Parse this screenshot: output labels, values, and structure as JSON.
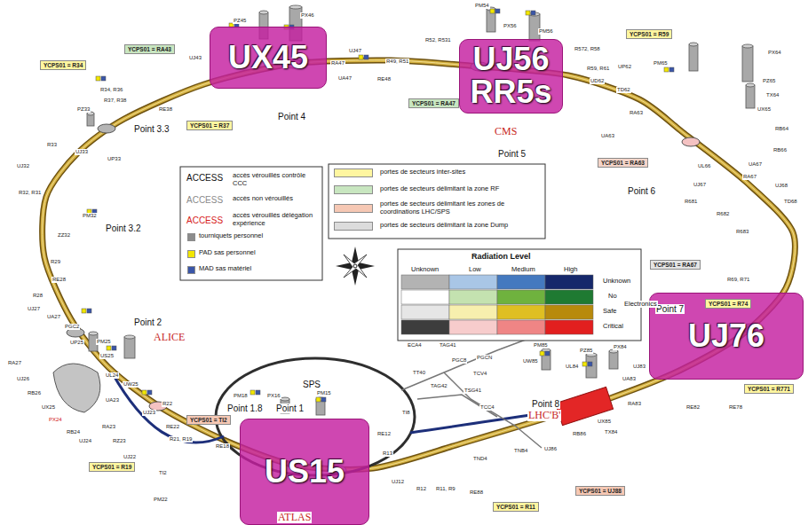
{
  "diagram": {
    "nodes": [
      {
        "text": [
          "YCPS01 = R59"
        ]
      },
      {
        "text": [
          "UX45"
        ]
      },
      {
        "text": [
          "YCPS01 = RA43"
        ]
      },
      {
        "text": [
          "UJ56 RR5s"
        ]
      },
      {
        "text": [
          "YCPS01 = R34"
        ]
      },
      {
        "text": [
          "YCPS01 = RA47"
        ]
      },
      {
        "text": [
          "YCPS01 = R37"
        ]
      },
      {
        "text": [
          "YCPS01 = RA63"
        ]
      },
      {
        "text": [
          "YCPS01 = RA67"
        ]
      },
      {
        "text": [
          "UJ76"
        ]
      },
      {
        "text": [
          "YCPS01 = R74"
        ],
        "in": 9
      },
      {
        "text": [
          "YCPS01 = R771"
        ]
      },
      {
        "text": [
          "YCPS01 = TI2"
        ]
      },
      {
        "text": [
          "US15"
        ]
      },
      {
        "text": [
          "YCPS01 = R19"
        ]
      },
      {
        "text": [
          "YCPS01 = UJ88"
        ]
      },
      {
        "text": [
          "YCPS01 = R11"
        ]
      }
    ],
    "labels": [
      "Point 4",
      "Point 5",
      "CMS",
      "Point 6",
      "Point 7",
      "Point 8",
      "LHC'B'",
      "SPS",
      "Point 1.8",
      "Point 1",
      "ATLAS",
      "Point 2",
      "ALICE",
      "Point 3.2",
      "Point 3.3",
      "PZ45",
      "PX46",
      "UJ43",
      "RA47",
      "UJ47",
      "UA47",
      "RE48",
      "R49, R51",
      "R52, R531",
      "PM54",
      "PX56",
      "PM56",
      "R572, R58",
      "R59, R61",
      "UP62",
      "UD62",
      "TD62",
      "RA63",
      "UA63",
      "PM65",
      "PX64",
      "PZ65",
      "TX64",
      "UX65",
      "RB64",
      "UL66",
      "RB66",
      "UA67",
      "RA67",
      "UJ67",
      "UJ68",
      "TD68",
      "R681",
      "R682",
      "R683",
      "R69, R71",
      "R34, R36",
      "R37, R38",
      "RE38",
      "PZ33",
      "R33",
      "UJ32",
      "UJ33",
      "UP33",
      "R32, R31",
      "PM32",
      "ZZ32",
      "R29",
      "RE28",
      "R28",
      "UJ27",
      "UA27",
      "PGC2",
      "UP25",
      "PM25",
      "US25",
      "RA27",
      "UJ26",
      "RB26",
      "UX25",
      "UL24",
      "UW25",
      "PX24",
      "RB24",
      "UJ24",
      "UA23",
      "RA23",
      "RZ23",
      "UJ22",
      "UJ23",
      "R22",
      "RE22",
      "R21, R19",
      "RE18",
      "TI2",
      "PM22",
      "PM18",
      "PX16",
      "PM15",
      "RE12",
      "R13",
      "UJ12",
      "R12",
      "R11, R9",
      "RE88",
      "ECA4",
      "TAG41",
      "PGC8",
      "PGCN",
      "TT40",
      "TCV4",
      "TAG42",
      "TSG41",
      "TCC4",
      "TI8",
      "TNB4",
      "TND4",
      "PM85",
      "PZ85",
      "PX84",
      "UW85",
      "UL84",
      "UJ83",
      "UA83",
      "RA83",
      "RE82",
      "RE78",
      "RB86",
      "UX85",
      "TX84",
      "UJ86",
      "ACCESS",
      "ACCESS",
      "ACCESS",
      "Radiation Level",
      "Unknown",
      "Low",
      "Medium",
      "High",
      "Unknown",
      "No",
      "Electronics",
      "Safe",
      "Critical"
    ],
    "legend": [
      {
        "text": "accès vérouillés contrôle CCC"
      },
      {
        "text": "accès non vérouillés"
      },
      {
        "text": "accès vérouillés délégation expérience"
      },
      {
        "text": "tourniquets personnel",
        "color": "#8c8c8c"
      },
      {
        "text": "PAD sas personnel",
        "color": "#f2e600"
      },
      {
        "text": "MAD sas matériel",
        "color": "#3a56a8"
      },
      {
        "text": "portes de secteurs inter-sites",
        "color": "#fff6a0"
      },
      {
        "text": "portes de secteurs délimitant la zone RF",
        "color": "#c8e6c0"
      },
      {
        "text": "portes de secteurs délimitant les zones de coordinations LHC/SPS",
        "color": "#f6c8b4"
      },
      {
        "text": "portes de secteurs délimitant la zone Dump",
        "color": "#dcdcdc"
      }
    ]
  }
}
